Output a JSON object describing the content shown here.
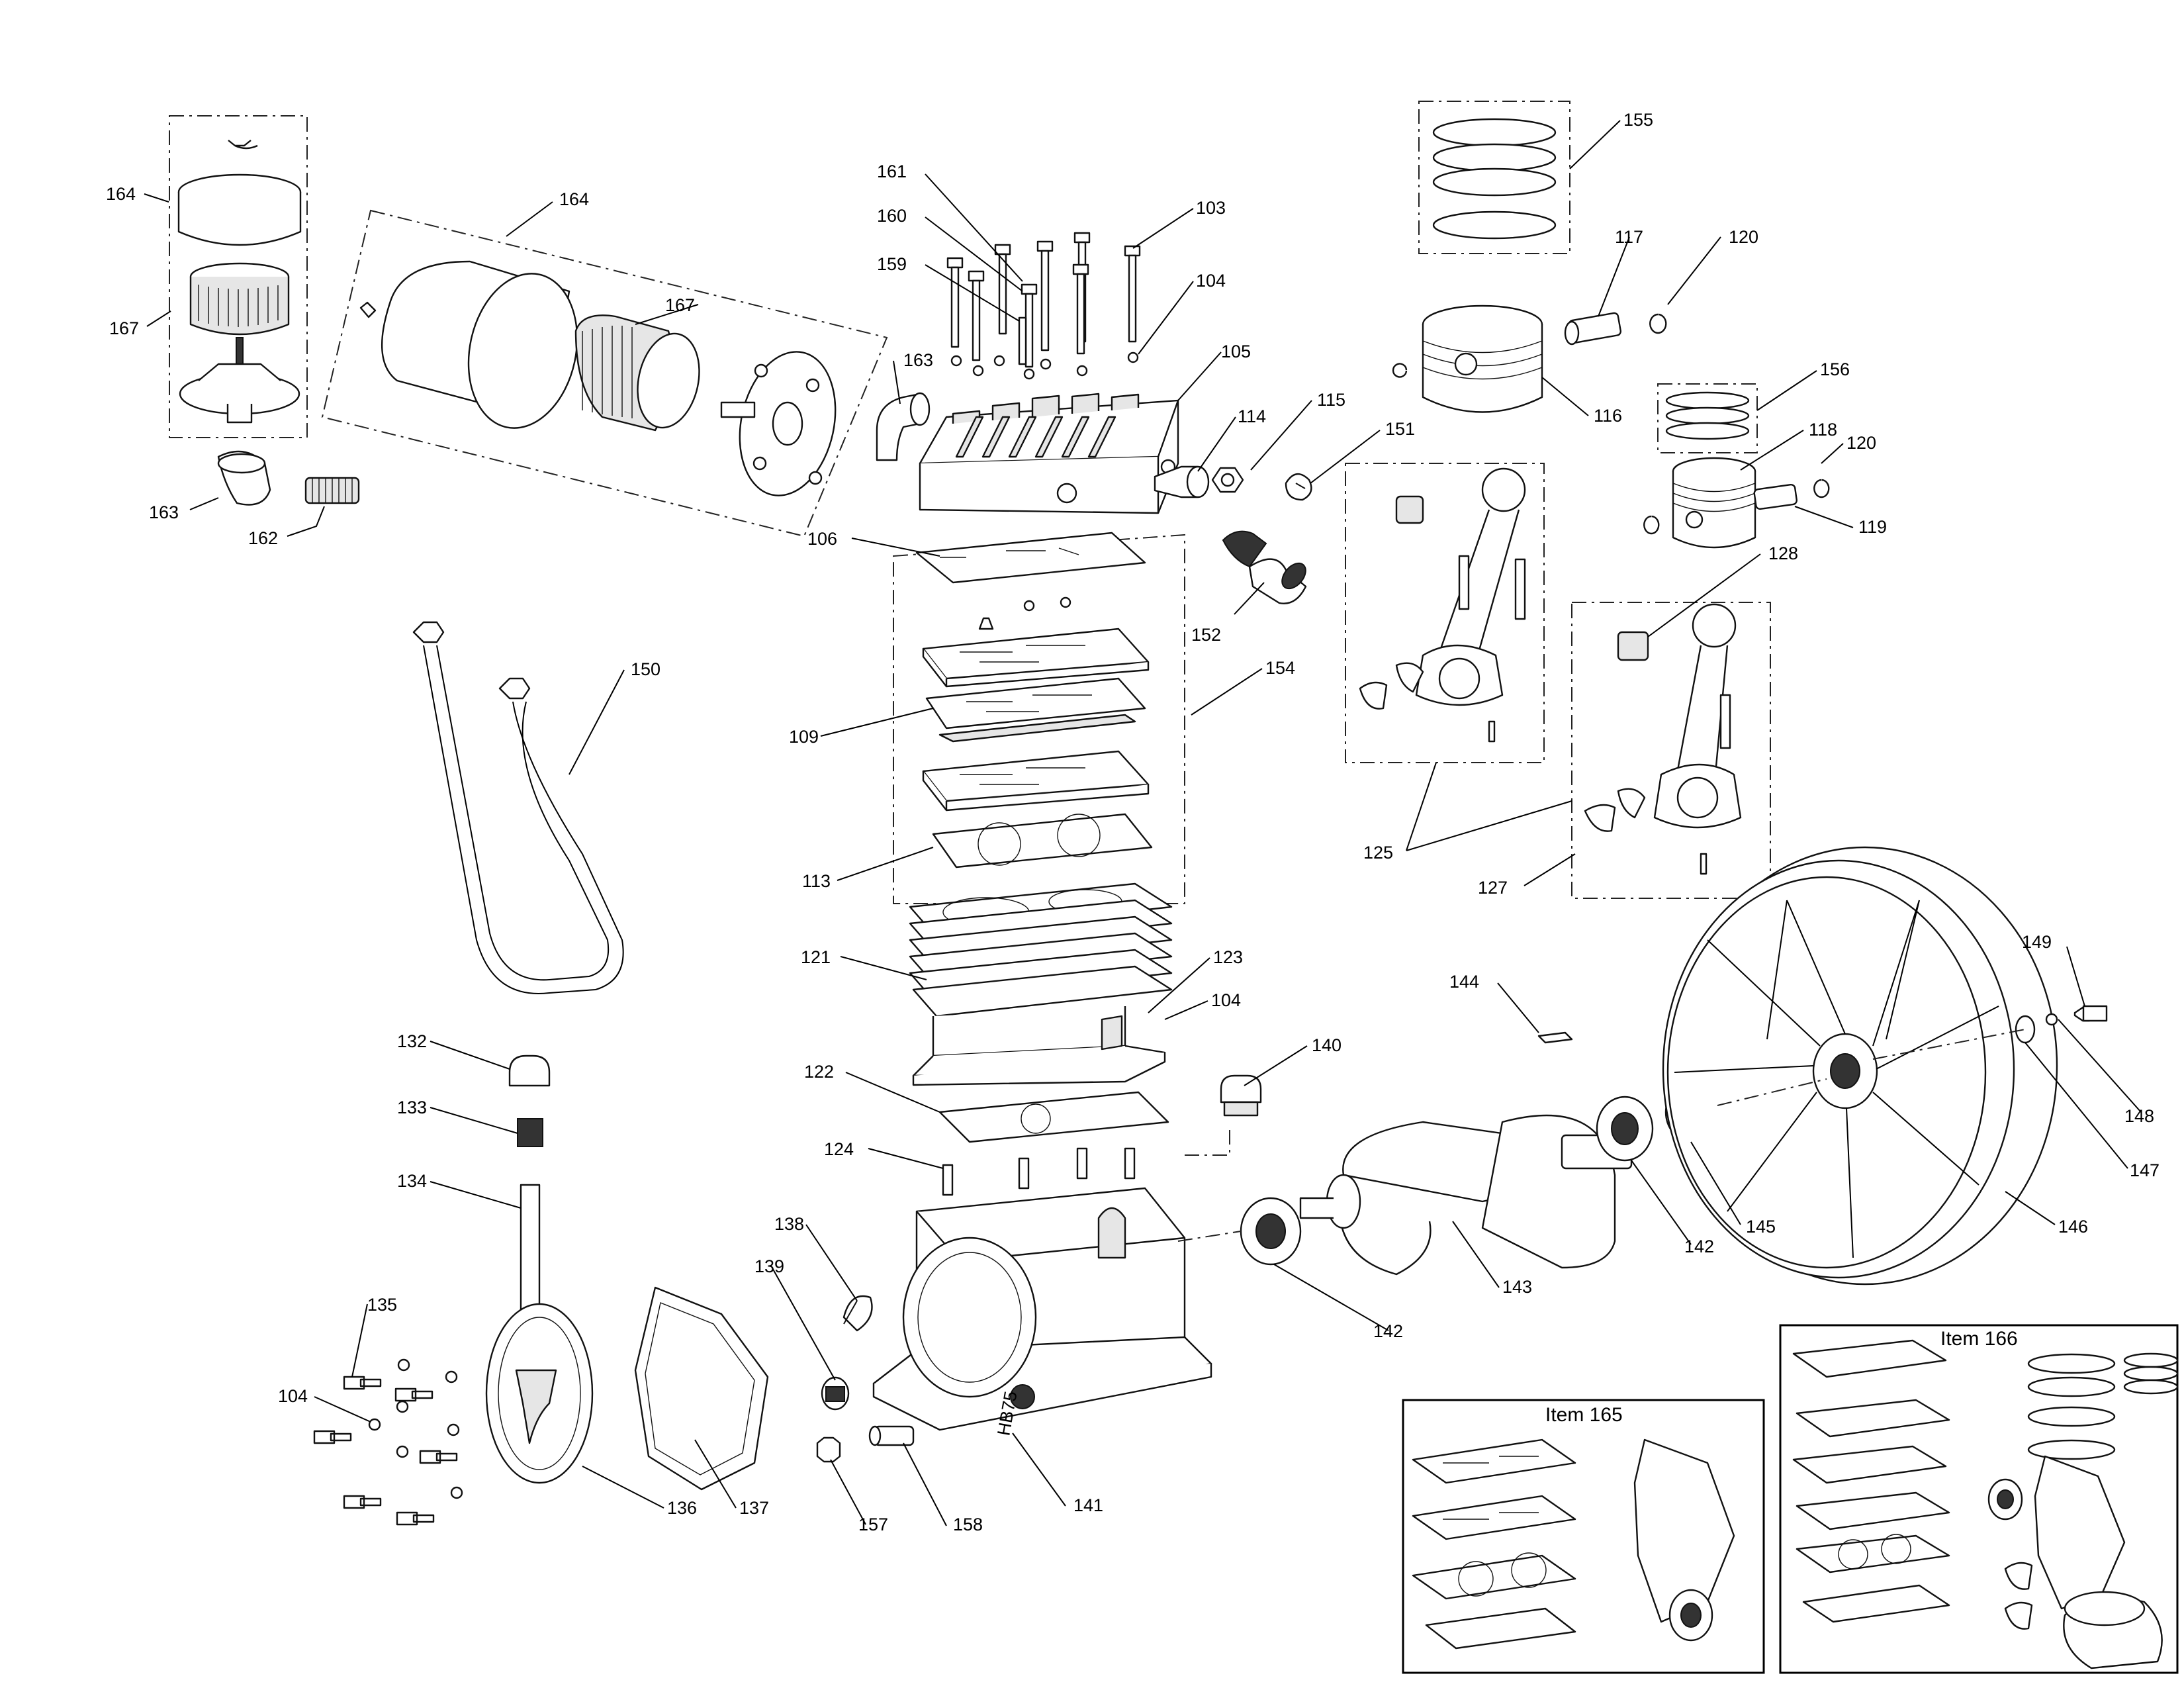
{
  "parts": [
    {
      "id": "l164a",
      "text": "164"
    },
    {
      "id": "l167a",
      "text": "167"
    },
    {
      "id": "l163a",
      "text": "163"
    },
    {
      "id": "l162",
      "text": "162"
    },
    {
      "id": "l164b",
      "text": "164"
    },
    {
      "id": "l167b",
      "text": "167"
    },
    {
      "id": "l161",
      "text": "161"
    },
    {
      "id": "l160",
      "text": "160"
    },
    {
      "id": "l159",
      "text": "159"
    },
    {
      "id": "l103",
      "text": "103"
    },
    {
      "id": "l104a",
      "text": "104"
    },
    {
      "id": "l163b",
      "text": "163"
    },
    {
      "id": "l105",
      "text": "105"
    },
    {
      "id": "l114",
      "text": "114"
    },
    {
      "id": "l115",
      "text": "115"
    },
    {
      "id": "l151",
      "text": "151"
    },
    {
      "id": "l106",
      "text": "106"
    },
    {
      "id": "l152",
      "text": "152"
    },
    {
      "id": "l154",
      "text": "154"
    },
    {
      "id": "l109",
      "text": "109"
    },
    {
      "id": "l113",
      "text": "113"
    },
    {
      "id": "l150",
      "text": "150"
    },
    {
      "id": "l155",
      "text": "155"
    },
    {
      "id": "l117",
      "text": "117"
    },
    {
      "id": "l120a",
      "text": "120"
    },
    {
      "id": "l116",
      "text": "116"
    },
    {
      "id": "l156",
      "text": "156"
    },
    {
      "id": "l118",
      "text": "118"
    },
    {
      "id": "l120b",
      "text": "120"
    },
    {
      "id": "l119",
      "text": "119"
    },
    {
      "id": "l128",
      "text": "128"
    },
    {
      "id": "l125",
      "text": "125"
    },
    {
      "id": "l127",
      "text": "127"
    },
    {
      "id": "l121",
      "text": "121"
    },
    {
      "id": "l123",
      "text": "123"
    },
    {
      "id": "l104b",
      "text": "104"
    },
    {
      "id": "l122",
      "text": "122"
    },
    {
      "id": "l140",
      "text": "140"
    },
    {
      "id": "l124",
      "text": "124"
    },
    {
      "id": "l144",
      "text": "144"
    },
    {
      "id": "l149",
      "text": "149"
    },
    {
      "id": "l148",
      "text": "148"
    },
    {
      "id": "l147",
      "text": "147"
    },
    {
      "id": "l146",
      "text": "146"
    },
    {
      "id": "l145",
      "text": "145"
    },
    {
      "id": "l142a",
      "text": "142"
    },
    {
      "id": "l143",
      "text": "143"
    },
    {
      "id": "l142b",
      "text": "142"
    },
    {
      "id": "l132",
      "text": "132"
    },
    {
      "id": "l133",
      "text": "133"
    },
    {
      "id": "l134",
      "text": "134"
    },
    {
      "id": "l135",
      "text": "135"
    },
    {
      "id": "l104c",
      "text": "104"
    },
    {
      "id": "l136",
      "text": "136"
    },
    {
      "id": "l137",
      "text": "137"
    },
    {
      "id": "l138",
      "text": "138"
    },
    {
      "id": "l139",
      "text": "139"
    },
    {
      "id": "l157",
      "text": "157"
    },
    {
      "id": "l158",
      "text": "158"
    },
    {
      "id": "l141",
      "text": "141"
    }
  ],
  "kits": {
    "item165": "Item 165",
    "item166": "Item 166"
  },
  "crankcase_marking": "HB75"
}
